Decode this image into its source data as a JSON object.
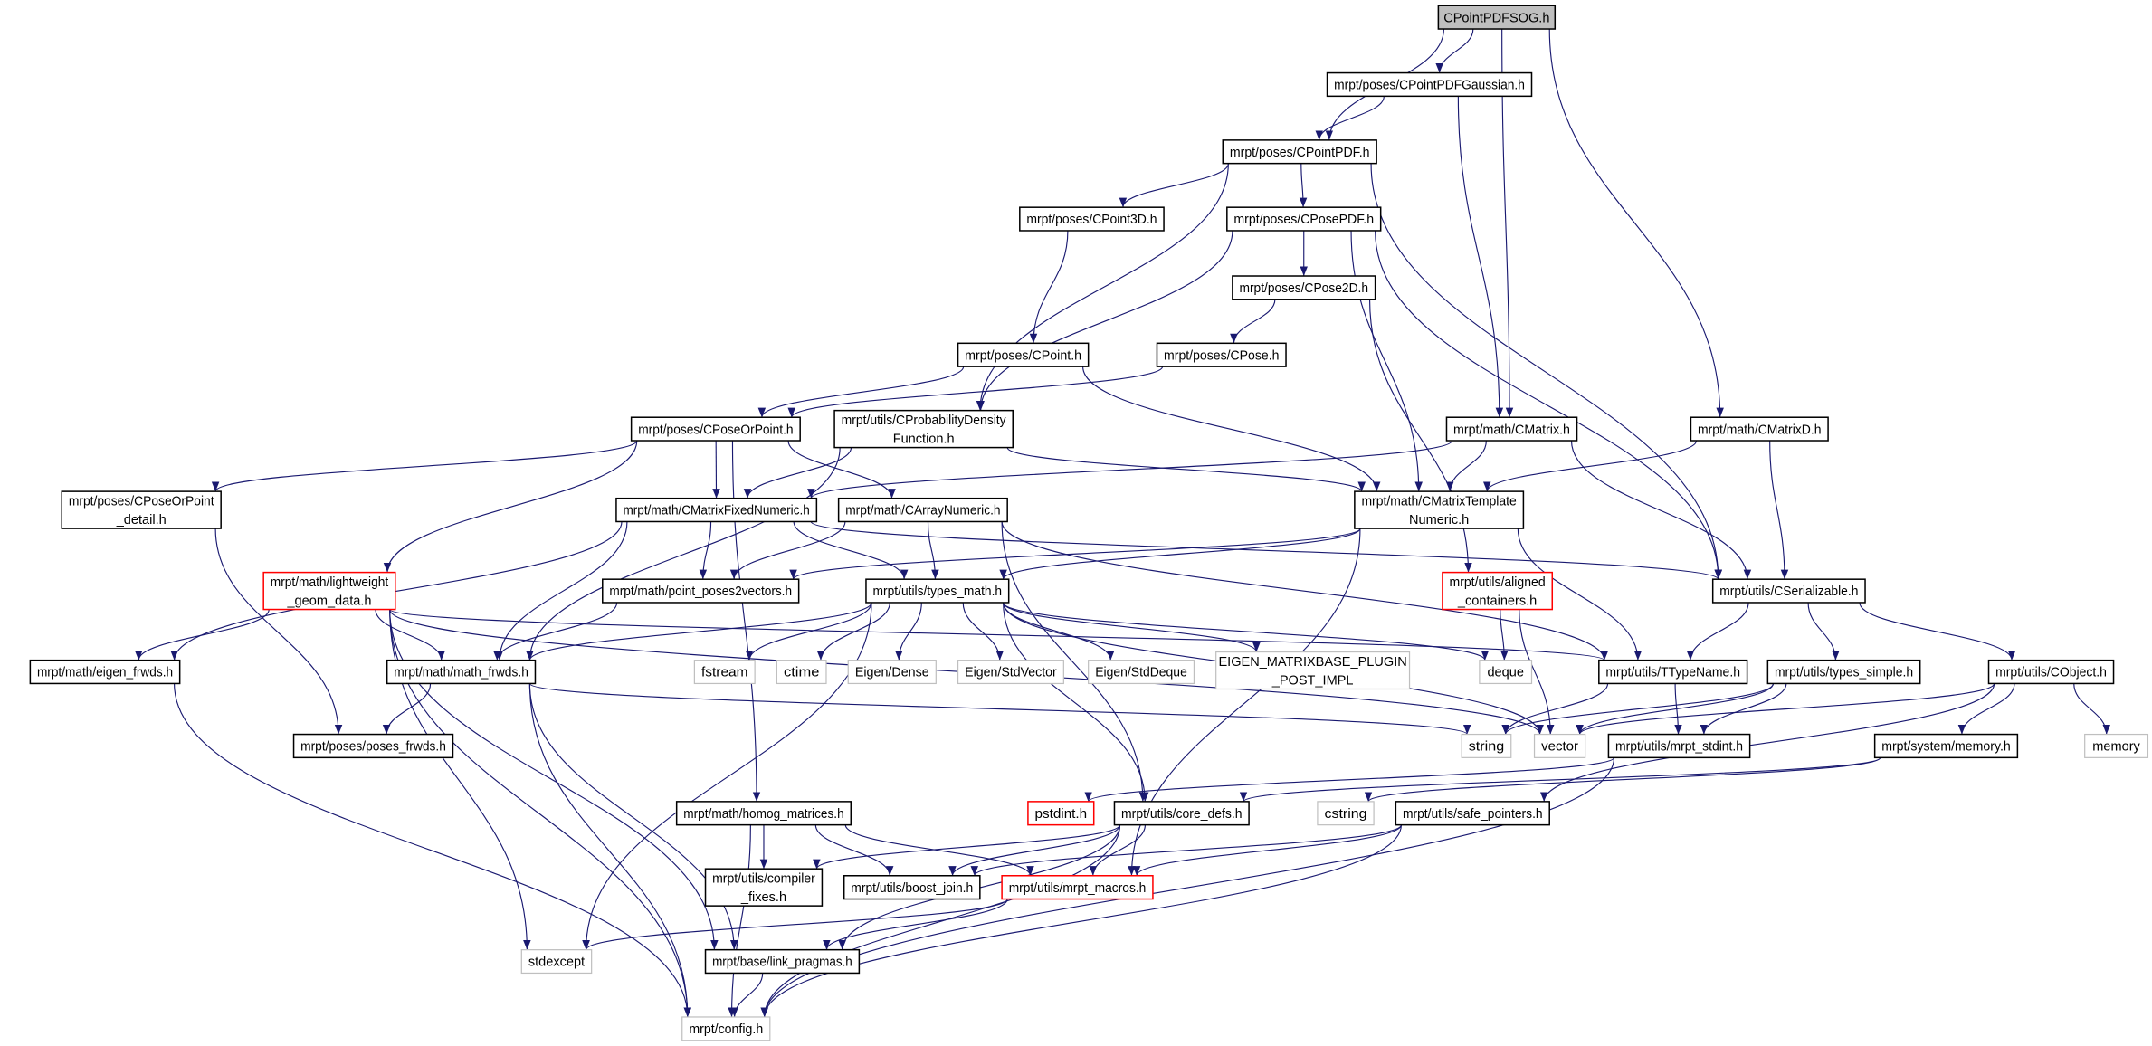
{
  "graph": {
    "title": "CPointPDFSOG.h",
    "colors": {
      "edge": "#191970",
      "root_fill": "#bfbfbf",
      "missing_border": "#ff0000",
      "external_border": "#bfbfbf",
      "node_border": "#000000"
    },
    "nodes": [
      {
        "id": "root",
        "lines": [
          "CPointPDFSOG.h"
        ],
        "kind": "root"
      },
      {
        "id": "gauss",
        "lines": [
          "mrpt/poses/CPointPDFGaussian.h"
        ],
        "kind": "normal"
      },
      {
        "id": "pointpdf",
        "lines": [
          "mrpt/poses/CPointPDF.h"
        ],
        "kind": "normal"
      },
      {
        "id": "point3d",
        "lines": [
          "mrpt/poses/CPoint3D.h"
        ],
        "kind": "normal"
      },
      {
        "id": "posepdf",
        "lines": [
          "mrpt/poses/CPosePDF.h"
        ],
        "kind": "normal"
      },
      {
        "id": "pose2d",
        "lines": [
          "mrpt/poses/CPose2D.h"
        ],
        "kind": "normal"
      },
      {
        "id": "point",
        "lines": [
          "mrpt/poses/CPoint.h"
        ],
        "kind": "normal"
      },
      {
        "id": "pose",
        "lines": [
          "mrpt/poses/CPose.h"
        ],
        "kind": "normal"
      },
      {
        "id": "poseorpoint",
        "lines": [
          "mrpt/poses/CPoseOrPoint.h"
        ],
        "kind": "normal"
      },
      {
        "id": "probdens",
        "lines": [
          "mrpt/utils/CProbabilityDensity",
          "Function.h"
        ],
        "kind": "normal"
      },
      {
        "id": "cmatrix",
        "lines": [
          "mrpt/math/CMatrix.h"
        ],
        "kind": "normal"
      },
      {
        "id": "cmatrixd",
        "lines": [
          "mrpt/math/CMatrixD.h"
        ],
        "kind": "normal"
      },
      {
        "id": "detail",
        "lines": [
          "mrpt/poses/CPoseOrPoint",
          "_detail.h"
        ],
        "kind": "normal"
      },
      {
        "id": "fixed",
        "lines": [
          "mrpt/math/CMatrixFixedNumeric.h"
        ],
        "kind": "normal"
      },
      {
        "id": "arraynum",
        "lines": [
          "mrpt/math/CArrayNumeric.h"
        ],
        "kind": "normal"
      },
      {
        "id": "templ",
        "lines": [
          "mrpt/math/CMatrixTemplate",
          "Numeric.h"
        ],
        "kind": "normal"
      },
      {
        "id": "lightweight",
        "lines": [
          "mrpt/math/lightweight",
          "_geom_data.h"
        ],
        "kind": "missing"
      },
      {
        "id": "pp2v",
        "lines": [
          "mrpt/math/point_poses2vectors.h"
        ],
        "kind": "normal"
      },
      {
        "id": "typesmath",
        "lines": [
          "mrpt/utils/types_math.h"
        ],
        "kind": "normal"
      },
      {
        "id": "aligned",
        "lines": [
          "mrpt/utils/aligned",
          "_containers.h"
        ],
        "kind": "missing"
      },
      {
        "id": "serial",
        "lines": [
          "mrpt/utils/CSerializable.h"
        ],
        "kind": "normal"
      },
      {
        "id": "eigenfw",
        "lines": [
          "mrpt/math/eigen_frwds.h"
        ],
        "kind": "normal"
      },
      {
        "id": "mathfw",
        "lines": [
          "mrpt/math/math_frwds.h"
        ],
        "kind": "normal"
      },
      {
        "id": "fstream",
        "lines": [
          "fstream"
        ],
        "kind": "external"
      },
      {
        "id": "ctime",
        "lines": [
          "ctime"
        ],
        "kind": "external"
      },
      {
        "id": "dense",
        "lines": [
          "Eigen/Dense"
        ],
        "kind": "external"
      },
      {
        "id": "stdvector",
        "lines": [
          "Eigen/StdVector"
        ],
        "kind": "external"
      },
      {
        "id": "stddeque",
        "lines": [
          "Eigen/StdDeque"
        ],
        "kind": "external"
      },
      {
        "id": "plugin",
        "lines": [
          "EIGEN_MATRIXBASE_PLUGIN",
          "_POST_IMPL"
        ],
        "kind": "external"
      },
      {
        "id": "deque",
        "lines": [
          "deque"
        ],
        "kind": "external"
      },
      {
        "id": "ttype",
        "lines": [
          "mrpt/utils/TTypeName.h"
        ],
        "kind": "normal"
      },
      {
        "id": "tsimple",
        "lines": [
          "mrpt/utils/types_simple.h"
        ],
        "kind": "normal"
      },
      {
        "id": "cobject",
        "lines": [
          "mrpt/utils/CObject.h"
        ],
        "kind": "normal"
      },
      {
        "id": "posesfw",
        "lines": [
          "mrpt/poses/poses_frwds.h"
        ],
        "kind": "normal"
      },
      {
        "id": "string",
        "lines": [
          "string"
        ],
        "kind": "external"
      },
      {
        "id": "vector",
        "lines": [
          "vector"
        ],
        "kind": "external"
      },
      {
        "id": "stdint",
        "lines": [
          "mrpt/utils/mrpt_stdint.h"
        ],
        "kind": "normal"
      },
      {
        "id": "memh",
        "lines": [
          "mrpt/system/memory.h"
        ],
        "kind": "normal"
      },
      {
        "id": "memory",
        "lines": [
          "memory"
        ],
        "kind": "external"
      },
      {
        "id": "homog",
        "lines": [
          "mrpt/math/homog_matrices.h"
        ],
        "kind": "normal"
      },
      {
        "id": "pstdint",
        "lines": [
          "pstdint.h"
        ],
        "kind": "missing"
      },
      {
        "id": "coredefs",
        "lines": [
          "mrpt/utils/core_defs.h"
        ],
        "kind": "normal"
      },
      {
        "id": "cstring",
        "lines": [
          "cstring"
        ],
        "kind": "external"
      },
      {
        "id": "safeptr",
        "lines": [
          "mrpt/utils/safe_pointers.h"
        ],
        "kind": "normal"
      },
      {
        "id": "compfix",
        "lines": [
          "mrpt/utils/compiler",
          "_fixes.h"
        ],
        "kind": "normal"
      },
      {
        "id": "boost",
        "lines": [
          "mrpt/utils/boost_join.h"
        ],
        "kind": "normal"
      },
      {
        "id": "macros",
        "lines": [
          "mrpt/utils/mrpt_macros.h"
        ],
        "kind": "missing"
      },
      {
        "id": "stdexcept",
        "lines": [
          "stdexcept"
        ],
        "kind": "external"
      },
      {
        "id": "linkp",
        "lines": [
          "mrpt/base/link_pragmas.h"
        ],
        "kind": "normal"
      },
      {
        "id": "config",
        "lines": [
          "mrpt/config.h"
        ],
        "kind": "external"
      }
    ],
    "edges": [
      [
        "root",
        "pointpdf"
      ],
      [
        "root",
        "gauss"
      ],
      [
        "root",
        "cmatrix"
      ],
      [
        "root",
        "cmatrixd"
      ],
      [
        "gauss",
        "pointpdf"
      ],
      [
        "gauss",
        "cmatrix"
      ],
      [
        "pointpdf",
        "point3d"
      ],
      [
        "pointpdf",
        "posepdf"
      ],
      [
        "pointpdf",
        "probdens"
      ],
      [
        "pointpdf",
        "serial"
      ],
      [
        "point3d",
        "point"
      ],
      [
        "posepdf",
        "pose2d"
      ],
      [
        "posepdf",
        "probdens"
      ],
      [
        "posepdf",
        "templ"
      ],
      [
        "posepdf",
        "serial"
      ],
      [
        "pose2d",
        "pose"
      ],
      [
        "pose2d",
        "aligned"
      ],
      [
        "point",
        "poseorpoint"
      ],
      [
        "point",
        "templ"
      ],
      [
        "pose",
        "poseorpoint"
      ],
      [
        "poseorpoint",
        "detail"
      ],
      [
        "poseorpoint",
        "fixed"
      ],
      [
        "poseorpoint",
        "arraynum"
      ],
      [
        "poseorpoint",
        "lightweight"
      ],
      [
        "poseorpoint",
        "homog"
      ],
      [
        "probdens",
        "fixed"
      ],
      [
        "probdens",
        "mathfw"
      ],
      [
        "probdens",
        "templ"
      ],
      [
        "cmatrix",
        "fixed"
      ],
      [
        "cmatrix",
        "templ"
      ],
      [
        "cmatrix",
        "serial"
      ],
      [
        "cmatrixd",
        "templ"
      ],
      [
        "cmatrixd",
        "serial"
      ],
      [
        "detail",
        "posesfw"
      ],
      [
        "fixed",
        "eigenfw"
      ],
      [
        "fixed",
        "mathfw"
      ],
      [
        "fixed",
        "pp2v"
      ],
      [
        "fixed",
        "typesmath"
      ],
      [
        "fixed",
        "serial"
      ],
      [
        "arraynum",
        "pp2v"
      ],
      [
        "arraynum",
        "typesmath"
      ],
      [
        "arraynum",
        "ttype"
      ],
      [
        "arraynum",
        "coredefs"
      ],
      [
        "templ",
        "pp2v"
      ],
      [
        "templ",
        "typesmath"
      ],
      [
        "templ",
        "ttype"
      ],
      [
        "templ",
        "macros"
      ],
      [
        "lightweight",
        "eigenfw"
      ],
      [
        "lightweight",
        "mathfw"
      ],
      [
        "lightweight",
        "ttype"
      ],
      [
        "lightweight",
        "vector"
      ],
      [
        "lightweight",
        "stdexcept"
      ],
      [
        "lightweight",
        "linkp"
      ],
      [
        "lightweight",
        "config"
      ],
      [
        "pp2v",
        "mathfw"
      ],
      [
        "typesmath",
        "mathfw"
      ],
      [
        "typesmath",
        "fstream"
      ],
      [
        "typesmath",
        "ctime"
      ],
      [
        "typesmath",
        "dense"
      ],
      [
        "typesmath",
        "stdvector"
      ],
      [
        "typesmath",
        "stddeque"
      ],
      [
        "typesmath",
        "plugin"
      ],
      [
        "typesmath",
        "deque"
      ],
      [
        "typesmath",
        "vector"
      ],
      [
        "typesmath",
        "stdexcept"
      ],
      [
        "typesmath",
        "coredefs"
      ],
      [
        "aligned",
        "deque"
      ],
      [
        "aligned",
        "vector"
      ],
      [
        "serial",
        "ttype"
      ],
      [
        "serial",
        "tsimple"
      ],
      [
        "serial",
        "cobject"
      ],
      [
        "eigenfw",
        "config"
      ],
      [
        "mathfw",
        "posesfw"
      ],
      [
        "mathfw",
        "string"
      ],
      [
        "mathfw",
        "linkp"
      ],
      [
        "mathfw",
        "config"
      ],
      [
        "ttype",
        "string"
      ],
      [
        "ttype",
        "stdint"
      ],
      [
        "tsimple",
        "string"
      ],
      [
        "tsimple",
        "vector"
      ],
      [
        "tsimple",
        "stdint"
      ],
      [
        "cobject",
        "vector"
      ],
      [
        "cobject",
        "memh"
      ],
      [
        "cobject",
        "memory"
      ],
      [
        "cobject",
        "safeptr"
      ],
      [
        "stdint",
        "pstdint"
      ],
      [
        "stdint",
        "config"
      ],
      [
        "memh",
        "coredefs"
      ],
      [
        "memh",
        "cstring"
      ],
      [
        "homog",
        "compfix"
      ],
      [
        "homog",
        "boost"
      ],
      [
        "homog",
        "macros"
      ],
      [
        "homog",
        "config"
      ],
      [
        "coredefs",
        "compfix"
      ],
      [
        "coredefs",
        "boost"
      ],
      [
        "coredefs",
        "macros"
      ],
      [
        "coredefs",
        "linkp"
      ],
      [
        "coredefs",
        "config"
      ],
      [
        "safeptr",
        "boost"
      ],
      [
        "safeptr",
        "macros"
      ],
      [
        "safeptr",
        "config"
      ],
      [
        "macros",
        "stdexcept"
      ],
      [
        "macros",
        "linkp"
      ],
      [
        "linkp",
        "config"
      ]
    ]
  }
}
